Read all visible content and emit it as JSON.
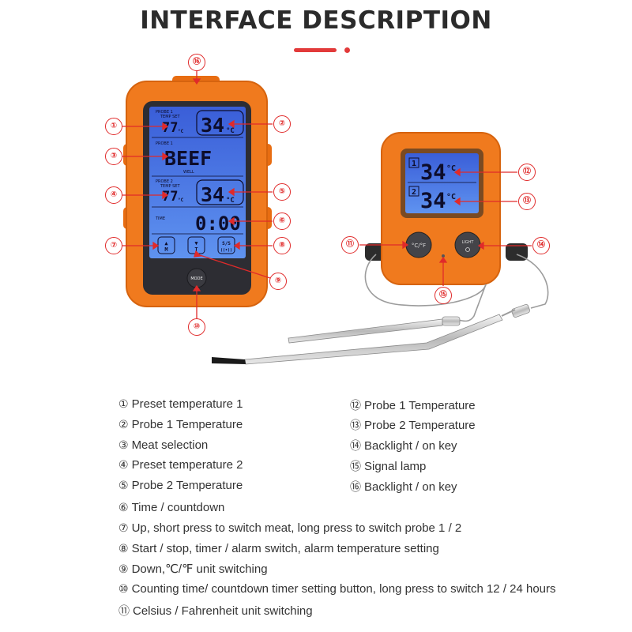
{
  "title": "INTERFACE DESCRIPTION",
  "colors": {
    "accent": "#e02a2a",
    "device_orange": "#f07a1e",
    "lcd_blue": "#4a7de8"
  },
  "receiver": {
    "probe1_label": "PROBE 1",
    "probe1_preset_sublabel": "TEMP SET",
    "preset1_value": "77",
    "preset1_unit": "°C",
    "probe1_temp": "34",
    "probe1_unit": "°C",
    "meat_label": "PROBE 1",
    "meat_value": "BEEF",
    "doneness": "WELL",
    "probe2_label": "PROBE 2",
    "probe2_preset_sublabel": "TEMP SET",
    "preset2_value": "77",
    "preset2_unit": "°C",
    "probe2_temp": "34",
    "probe2_unit": "°C",
    "time_label": "TIME",
    "time_value": "0:00",
    "btn_up_top": "▲",
    "btn_up_bottom": "M",
    "btn_down_top": "▼",
    "btn_down_bottom": "T",
    "btn_ss_top": "S/S",
    "btn_ss_bottom": "((•))",
    "mode_label": "MODE"
  },
  "transmitter": {
    "probe1_index": "1",
    "probe1_temp": "34",
    "probe1_unit": "°C",
    "probe2_index": "2",
    "probe2_temp": "34",
    "probe2_unit": "°C",
    "cf_label": "°C/°F",
    "light_label": "LIGHT"
  },
  "callouts": [
    "⑯",
    "①",
    "②",
    "③",
    "④",
    "⑤",
    "⑥",
    "⑦",
    "⑧",
    "⑨",
    "⑩",
    "⑪",
    "⑫",
    "⑬",
    "⑭",
    "⑮"
  ],
  "legend_left": [
    {
      "num": "①",
      "text": "Preset temperature 1"
    },
    {
      "num": "②",
      "text": "Probe 1 Temperature"
    },
    {
      "num": "③",
      "text": "Meat selection"
    },
    {
      "num": "④",
      "text": "Preset temperature 2"
    },
    {
      "num": "⑤",
      "text": "Probe 2 Temperature"
    }
  ],
  "legend_right": [
    {
      "num": "⑫",
      "text": "Probe 1 Temperature"
    },
    {
      "num": "⑬",
      "text": "Probe 2 Temperature"
    },
    {
      "num": "⑭",
      "text": "Backlight / on key"
    },
    {
      "num": "⑮",
      "text": "Signal lamp"
    },
    {
      "num": "⑯",
      "text": "Backlight / on key"
    }
  ],
  "legend_full": [
    {
      "num": "⑥",
      "text": "Time / countdown"
    },
    {
      "num": "⑦",
      "text": "Up, short press to switch meat, long press to switch probe 1 / 2"
    },
    {
      "num": "⑧",
      "text": "Start / stop, timer / alarm switch, alarm temperature setting"
    },
    {
      "num": "⑨",
      "text": "Down,℃/℉ unit switching"
    },
    {
      "num": "⑩",
      "text": "Counting time/ countdown timer setting button, long press to switch 12 / 24 hours"
    },
    {
      "num": "⑪",
      "text": "Celsius / Fahrenheit unit switching"
    }
  ]
}
